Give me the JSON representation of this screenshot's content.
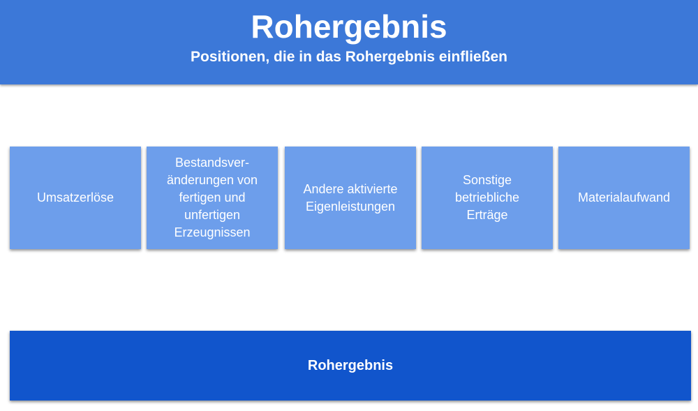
{
  "header": {
    "title": "Rohergebnis",
    "subtitle": "Positionen, die in das Rohergebnis einfließen"
  },
  "items": [
    {
      "label": "Umsatzerlöse"
    },
    {
      "label": "Bestandsver-\nänderungen von\nfertigen und\nunfertigen\nErzeugnissen"
    },
    {
      "label": "Andere aktivierte\nEigenleistungen"
    },
    {
      "label": "Sonstige\nbetriebliche\nErträge"
    },
    {
      "label": "Materialaufwand"
    }
  ],
  "result": {
    "label": "Rohergebnis"
  },
  "colors": {
    "header": "#3c78d8",
    "item": "#6d9eeb",
    "result": "#1155cc",
    "text": "#ffffff"
  }
}
